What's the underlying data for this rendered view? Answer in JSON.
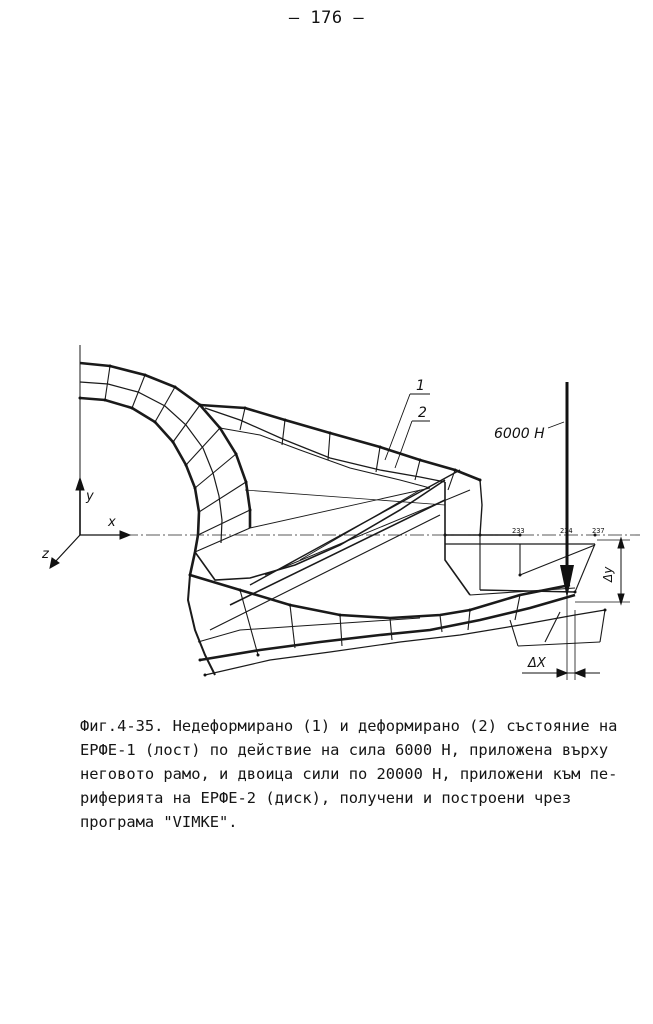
{
  "page": {
    "number": "– 176 –"
  },
  "figure": {
    "force_label": "6000 H",
    "curve_labels": [
      "1",
      "2"
    ],
    "axis_labels": {
      "y": "y",
      "x": "x",
      "z": "z"
    },
    "node_labels": [
      "233",
      "234",
      "237"
    ],
    "dim_labels": {
      "delta_y": "Δy",
      "delta_x": "ΔX"
    }
  },
  "caption": {
    "lines": [
      "Фиг.4-35. Недеформирано (1) и деформирано (2) състояние на",
      "ЕРФЕ-1 (лост) по действие на сила 6000 Н, приложена върху",
      "неговото рамо, и двоица сили по 20000 Н, приложени към пе-",
      "риферията на ЕРФЕ-2 (диск), получени и построени чрез",
      "програма \"VIMKE\"."
    ]
  }
}
